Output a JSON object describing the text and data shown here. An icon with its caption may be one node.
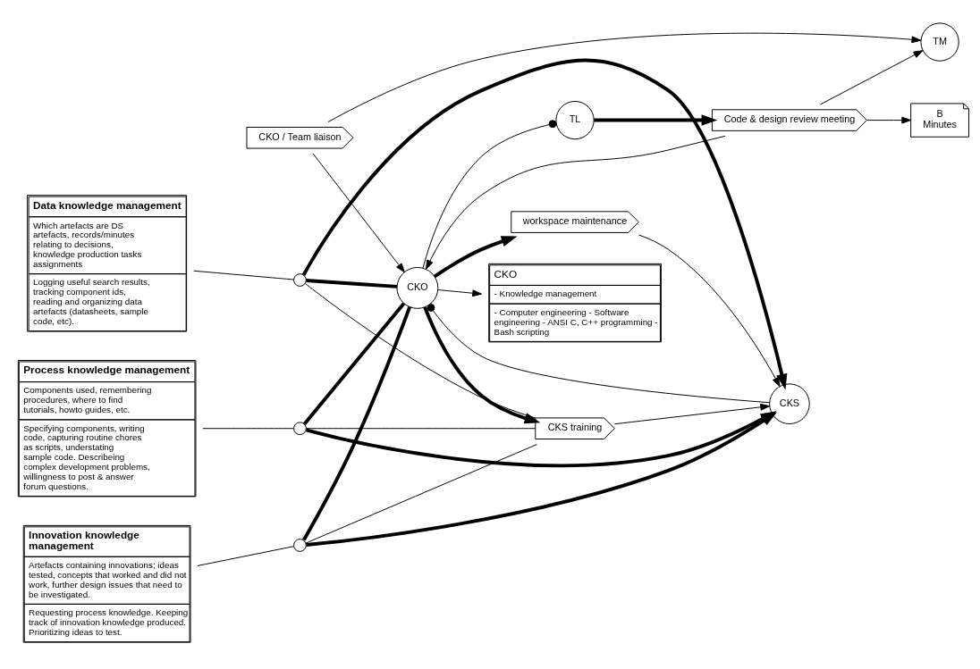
{
  "diagram": {
    "nodes": [
      {
        "text": [
          "CKO",
          "- Knowledge management",
          "- Computer engineering - Software engineering - ANSI C, C++ programming - Bash scripting"
        ]
      },
      {
        "text": [
          "CKO / Team liaison"
        ]
      },
      {
        "text": [
          "Data knowledge management",
          "Which artefacts are DS artefacts, records/minutes relating to decisions, knowledge production tasks assignments",
          "Logging useful search results, tracking component ids, reading and organizing data artefacts (datasheets, sample code, etc)."
        ]
      },
      {
        "text": [
          "CKO"
        ]
      },
      {
        "text": [
          "TL"
        ]
      },
      {
        "text": [
          "TM"
        ]
      },
      {
        "text": [],
        "shape": "circle"
      },
      {
        "text": [
          "CKS training"
        ]
      },
      {
        "text": [
          "Code & design review meeting"
        ]
      },
      {
        "text": [
          "B",
          "Minutes"
        ]
      },
      {
        "text": [],
        "shape": "circle"
      },
      {
        "text": [
          "Process knowledge management",
          "Components used, remembering procedures, where to find tutorials, howto guides, etc.",
          "Specifying components, writing code, capturing routine chores as scripts, understating sample code. Describeing complex development problems, willingness to post & answer forum questions."
        ]
      },
      {
        "text": [],
        "shape": "circle"
      },
      {
        "text": [
          "CKS"
        ]
      },
      {
        "text": [
          "workspace maintenance"
        ]
      },
      {
        "text": [
          "Innovation knowledge management",
          "Artefacts containing innovations; ideas tested, concepts that worked and did not work, further design issues that need to be investigated.",
          "Requesting process knowledge. Keeping track of innovation knowledge produced. Prioritizing ideas to test."
        ]
      }
    ],
    "edges": [
      {
        "from": 3,
        "to": 0,
        "arrow": "to"
      },
      {
        "from": 1,
        "to": 3,
        "arrow": "to"
      },
      {
        "from": 1,
        "to": 5,
        "arrow": "to"
      },
      {
        "from": 3,
        "to": 4,
        "arrow": "other"
      },
      {
        "from": 4,
        "to": 8,
        "arrow": "to",
        "style": "thick"
      },
      {
        "from": 8,
        "to": 3,
        "arrow": "to"
      },
      {
        "from": 8,
        "to": 5,
        "arrow": "to"
      },
      {
        "from": 8,
        "to": 9,
        "arrow": "to"
      },
      {
        "from": 3,
        "to": 7,
        "arrow": "to",
        "style": "thick"
      },
      {
        "from": 3,
        "to": 14,
        "arrow": "to",
        "style": "thick"
      },
      {
        "from": 13,
        "to": 3,
        "arrow": "other"
      },
      {
        "from": 7,
        "to": 13,
        "arrow": "to"
      },
      {
        "from": 14,
        "to": 13,
        "arrow": "to"
      },
      {
        "from": 2,
        "to": 6,
        "arrow": "none"
      },
      {
        "from": 6,
        "to": 7,
        "arrow": "none"
      },
      {
        "from": 6,
        "to": 3,
        "arrow": "none",
        "style": "thick"
      },
      {
        "from": 6,
        "to": 13,
        "arrow": "to",
        "style": "thick"
      },
      {
        "from": 11,
        "to": 10,
        "arrow": "none"
      },
      {
        "from": 10,
        "to": 7,
        "arrow": "none"
      },
      {
        "from": 10,
        "to": 3,
        "arrow": "none",
        "style": "thick"
      },
      {
        "from": 10,
        "to": 13,
        "arrow": "to",
        "style": "thick"
      },
      {
        "from": 15,
        "to": 12,
        "arrow": "none"
      },
      {
        "from": 12,
        "to": 7,
        "arrow": "none"
      },
      {
        "from": 12,
        "to": 3,
        "arrow": "none",
        "style": "thick"
      },
      {
        "from": 12,
        "to": 13,
        "arrow": "to",
        "style": "thick"
      }
    ]
  }
}
